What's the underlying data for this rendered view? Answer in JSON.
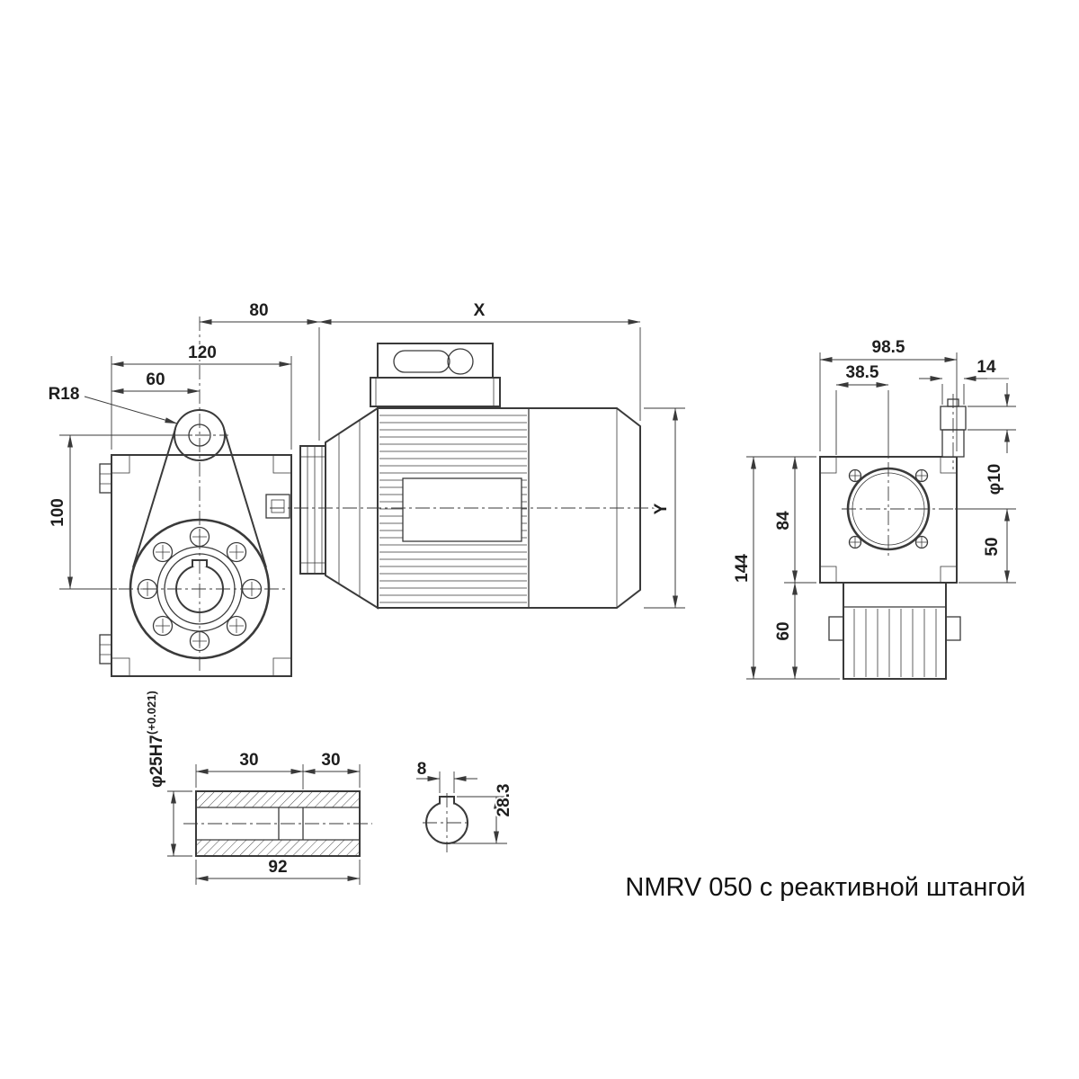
{
  "title": "NMRV 050 с реактивной штангой",
  "front": {
    "d80": "80",
    "d120": "120",
    "d60": "60",
    "r18": "R18",
    "d100": "100"
  },
  "side": {
    "x": "X",
    "y": "Y"
  },
  "end": {
    "d98_5": "98.5",
    "d38_5": "38.5",
    "d14": "14",
    "dia10": "φ10",
    "d84": "84",
    "d50": "50",
    "d144": "144",
    "d60": "60"
  },
  "bore": {
    "label": "φ25H7",
    "tol": "(+0.021)",
    "d30a": "30",
    "d30b": "30",
    "d92": "92"
  },
  "key": {
    "d8": "8",
    "d28_3": "28.3"
  }
}
